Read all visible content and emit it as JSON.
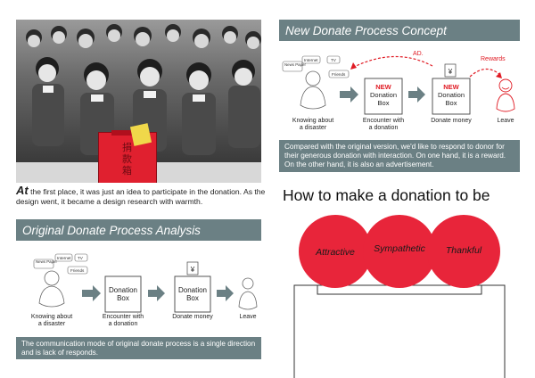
{
  "intro": {
    "lead_word": "At",
    "text": " the first place, it was just an idea to participate in the donation. As the design went, it became a design research with warmth."
  },
  "photo": {
    "box_chars": "捐款箱"
  },
  "original_section": {
    "title": "Original Donate Process Analysis",
    "sources": [
      "Internet",
      "TV",
      "News Paper",
      "Friends"
    ],
    "box_label": [
      "Donation",
      "Box"
    ],
    "currency_symbol": "¥",
    "steps": [
      "Knowing about",
      "a disaster",
      "Encounter with",
      "a donation",
      "Donate money",
      "Leave"
    ],
    "note": "The communication mode of original donate process is a single direction and is lack of responds."
  },
  "new_section": {
    "title": "New Donate Process Concept",
    "sources": [
      "Internet",
      "TV",
      "News Paper",
      "Friends"
    ],
    "new_tag": "NEW",
    "box_label": [
      "Donation",
      "Box"
    ],
    "currency_symbol": "¥",
    "ad_label": "AD.",
    "rewards_label": "Rewards",
    "steps": [
      "Knowing about",
      "a disaster",
      "Encounter with",
      "a donation",
      "Donate money",
      "Leave"
    ],
    "note": "Compared with the original version, we'd like to respond to donor for their generous donation with interaction. On one hand, it is a reward. On the other hand, it is also an advertisement."
  },
  "howto": {
    "title": "How to make a donation to be",
    "circles": [
      "Attractive",
      "Sympathetic",
      "Thankful"
    ]
  },
  "colors": {
    "band": "#6b8084",
    "accent_red": "#e8253a",
    "new_red": "#e01b24"
  }
}
